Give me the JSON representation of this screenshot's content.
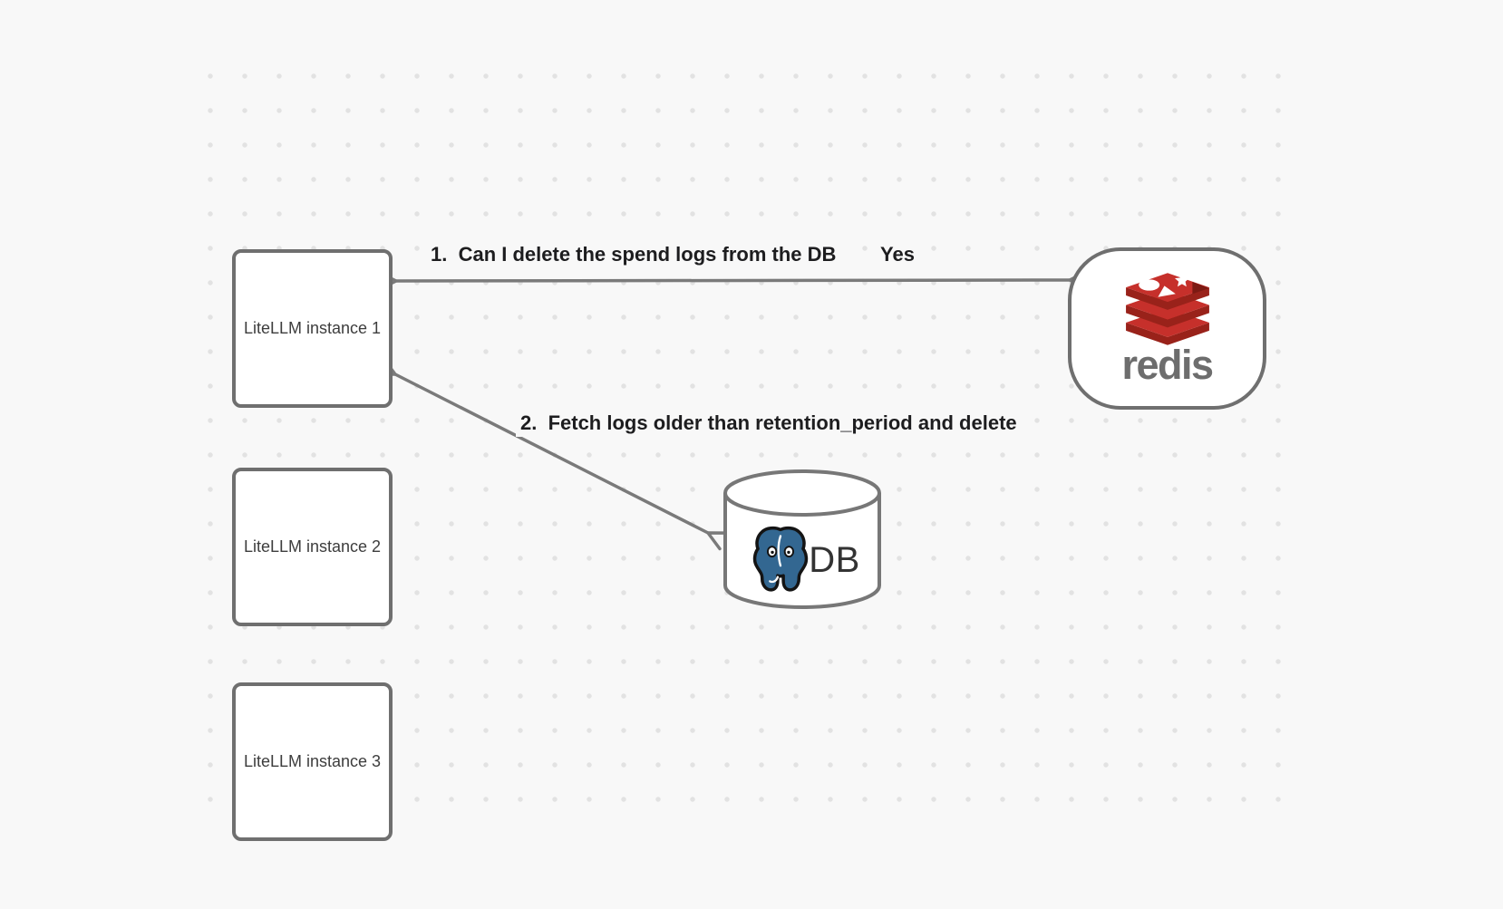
{
  "canvas": {
    "background": "#f8f8f8",
    "dot_color": "#e2e2e2",
    "node_border_color": "#6f6f6f",
    "arrow_color": "#7a7a7a"
  },
  "colors": {
    "redis_red": "#C6302B",
    "redis_red_dark": "#99221A",
    "redis_wordmark_gray": "#6d6d6d",
    "postgres_blue": "#336791"
  },
  "nodes": {
    "instances": [
      {
        "label": "LiteLLM instance 1"
      },
      {
        "label": "LiteLLM instance 2"
      },
      {
        "label": "LiteLLM instance 3"
      }
    ],
    "redis": {
      "wordmark": "redis"
    },
    "db": {
      "label": "DB"
    }
  },
  "arrows": {
    "redis_query": {
      "label": "1.  Can I delete the spend logs from the DB",
      "answer": "Yes"
    },
    "db_fetch": {
      "label": "2.  Fetch logs older than retention_period and delete"
    }
  },
  "icons": {
    "redis_logo": "redis-cube-stack-logo",
    "postgres_logo": "postgresql-elephant-logo"
  }
}
